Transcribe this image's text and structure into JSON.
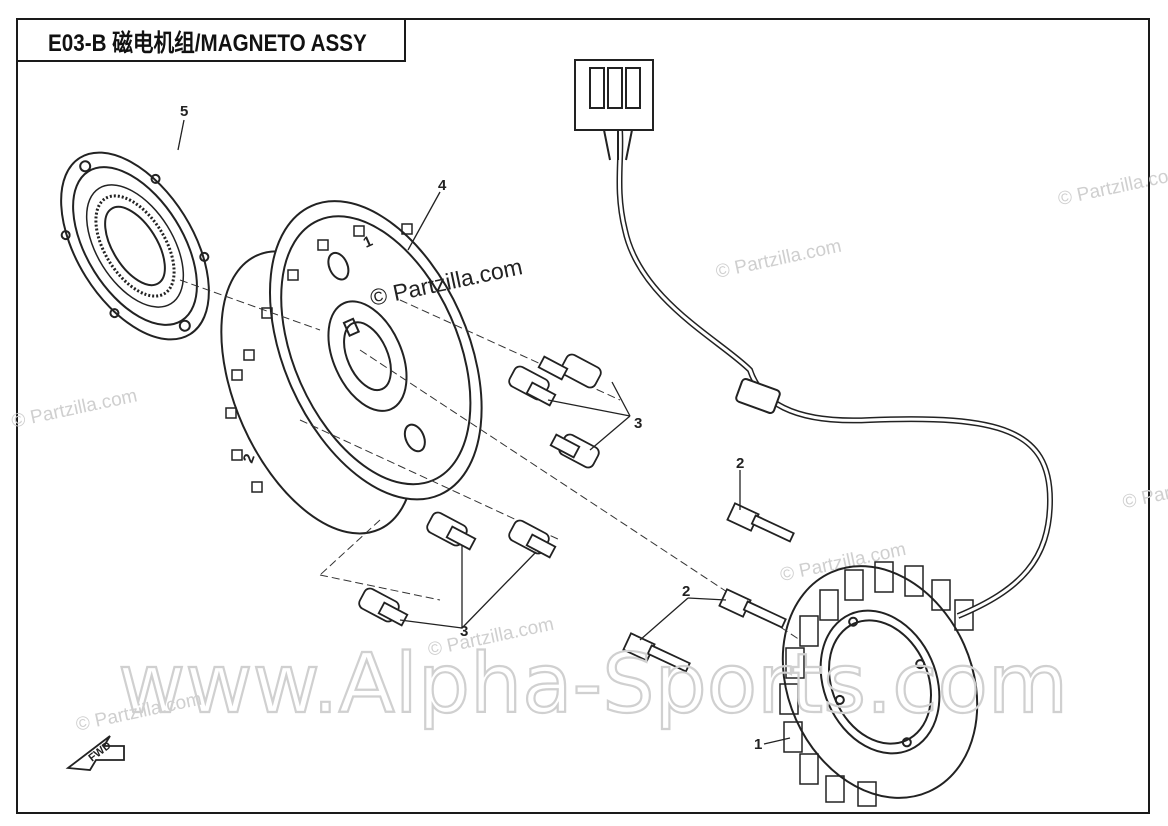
{
  "title": "E03-B 磁电机组/MAGNETO ASSY",
  "callouts": {
    "c1": "1",
    "c2a": "2",
    "c2b": "2",
    "c3a": "3",
    "c3b": "3",
    "c4": "4",
    "c5": "5"
  },
  "flywheel_marks": {
    "m1": "1",
    "m2": "2"
  },
  "direction_label": "FWD",
  "watermarks": {
    "main": "© Partzilla.com",
    "faint": "© Partzilla.com",
    "site": "www.Alpha-Sports.com"
  },
  "colors": {
    "line": "#222222",
    "watermark": "#d0d0d0",
    "background": "#ffffff"
  }
}
